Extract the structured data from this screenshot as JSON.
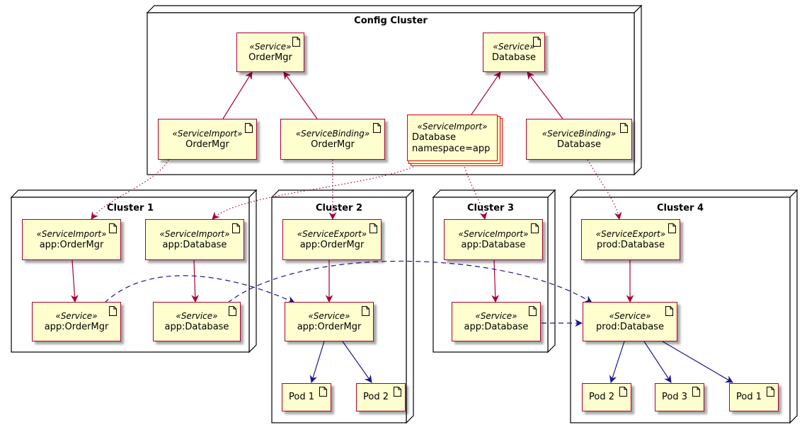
{
  "clusters": {
    "config": "Config Cluster",
    "c1": "Cluster 1",
    "c2": "Cluster 2",
    "c3": "Cluster 3",
    "c4": "Cluster 4"
  },
  "nodes": {
    "cfg_ordermgr_svc": {
      "stereo": "«Service»",
      "name": "OrderMgr"
    },
    "cfg_database_svc": {
      "stereo": "«Service»",
      "name": "Database"
    },
    "cfg_ordermgr_import": {
      "stereo": "«ServiceImport»",
      "name": "OrderMgr"
    },
    "cfg_ordermgr_binding": {
      "stereo": "«ServiceBinding»",
      "name": "OrderMgr"
    },
    "cfg_database_import": {
      "stereo": "«ServiceImport»",
      "name": "Database",
      "name2": "namespace=app"
    },
    "cfg_database_binding": {
      "stereo": "«ServiceBinding»",
      "name": "Database"
    },
    "c1_import_ordermgr": {
      "stereo": "«ServiceImport»",
      "name": "app:OrderMgr"
    },
    "c1_import_database": {
      "stereo": "«ServiceImport»",
      "name": "app:Database"
    },
    "c1_svc_ordermgr": {
      "stereo": "«Service»",
      "name": "app:OrderMgr"
    },
    "c1_svc_database": {
      "stereo": "«Service»",
      "name": "app:Database"
    },
    "c2_export_ordermgr": {
      "stereo": "«ServiceExport»",
      "name": "app:OrderMgr"
    },
    "c2_svc_ordermgr": {
      "stereo": "«Service»",
      "name": "app:OrderMgr"
    },
    "c2_pod1": {
      "name": "Pod 1"
    },
    "c2_pod2": {
      "name": "Pod 2"
    },
    "c3_import_database": {
      "stereo": "«ServiceImport»",
      "name": "app:Database"
    },
    "c3_svc_database": {
      "stereo": "«Service»",
      "name": "app:Database"
    },
    "c4_export_database": {
      "stereo": "«ServiceExport»",
      "name": "prod:Database"
    },
    "c4_svc_database": {
      "stereo": "«Service»",
      "name": "prod:Database"
    },
    "c4_pod2": {
      "name": "Pod 2"
    },
    "c4_pod3": {
      "name": "Pod 3"
    },
    "c4_pod1": {
      "name": "Pod 1"
    }
  },
  "colors": {
    "node_fill": "#fefecf",
    "node_border": "#a80036",
    "highlight_border": "#e00000",
    "red_arrow": "#a80036",
    "blue_arrow": "#181890"
  },
  "icons": {
    "node_corner": "document-icon"
  }
}
